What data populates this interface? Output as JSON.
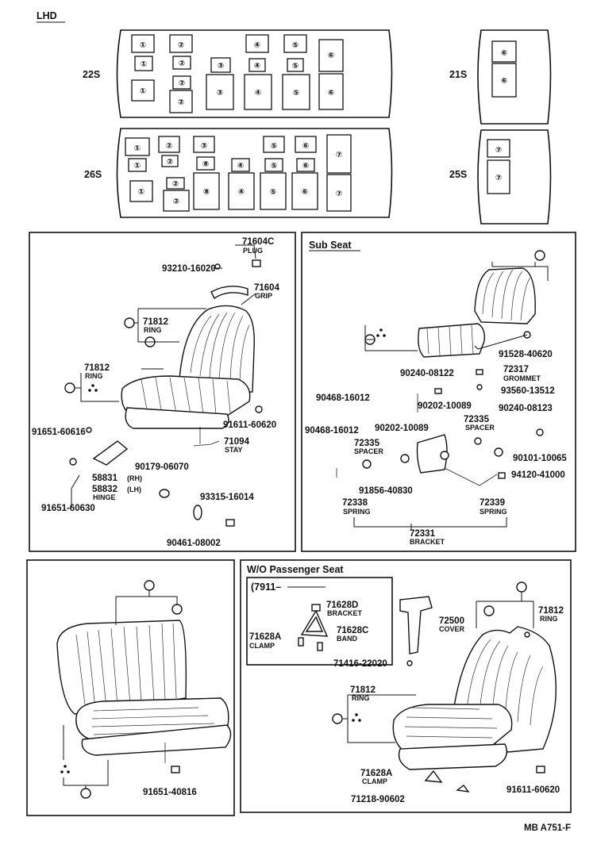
{
  "header": {
    "region": "LHD"
  },
  "layouts": {
    "codes": {
      "s22": "22S",
      "s21": "21S",
      "s26": "26S",
      "s25": "25S"
    },
    "marks": [
      "①",
      "②",
      "③",
      "④",
      "⑤",
      "⑥",
      "⑦",
      "⑧"
    ]
  },
  "front_seat": {
    "p71604c": "71604C",
    "plug": "PLUG",
    "p93210": "93210-16020",
    "p71604": "71604",
    "grip": "GRIP",
    "p71812a": "71812",
    "ring_a": "RING",
    "p71812b": "71812",
    "ring_b": "RING",
    "p91611": "91611-60620",
    "p91651a": "91651-60616",
    "p71094": "71094",
    "stay": "STAY",
    "p90179": "90179-06070",
    "p58831": "58831",
    "rh": "(RH)",
    "p58832": "58832",
    "lh": "(LH)",
    "hinge": "HINGE",
    "p91651b": "91651-60630",
    "p93315": "93315-16014",
    "p90461": "90461-08002"
  },
  "sub_seat": {
    "title": "Sub Seat",
    "p91528": "91528-40620",
    "p90240a": "90240-08122",
    "p72317": "72317",
    "grommet": "GROMMET",
    "p90468a": "90468-16012",
    "p93560": "93560-13512",
    "p90202a": "90202-10089",
    "p72335a": "72335",
    "spacer_a": "SPACER",
    "p90240b": "90240-08123",
    "p90468b": "90468-16012",
    "p90202b": "90202-10089",
    "p72335b": "72335",
    "spacer_b": "SPACER",
    "p90101": "90101-10065",
    "p91856": "91856-40830",
    "p94120": "94120-41000",
    "p72338": "72338",
    "spring_a": "SPRING",
    "p72339": "72339",
    "spring_b": "SPRING",
    "p72331": "72331",
    "bracket": "BRACKET"
  },
  "bench_seat": {
    "p91651": "91651-40816"
  },
  "wo_passenger": {
    "title": "W/O Passenger Seat",
    "date": "(7911–",
    "p71628d": "71628D",
    "bracket": "BRACKET",
    "p71628a_top": "71628A",
    "clamp_top": "CLAMP",
    "p71628c": "71628C",
    "band": "BAND",
    "p72500": "72500",
    "cover": "COVER",
    "p71812a": "71812",
    "ring_a": "RING",
    "p71416": "71416-22020",
    "p71812b": "71812",
    "ring_b": "RING",
    "p71628a": "71628A",
    "clamp": "CLAMP",
    "p71218": "71218-90602",
    "p91611": "91611-60620"
  },
  "footer": {
    "code": "MB A751-F"
  }
}
